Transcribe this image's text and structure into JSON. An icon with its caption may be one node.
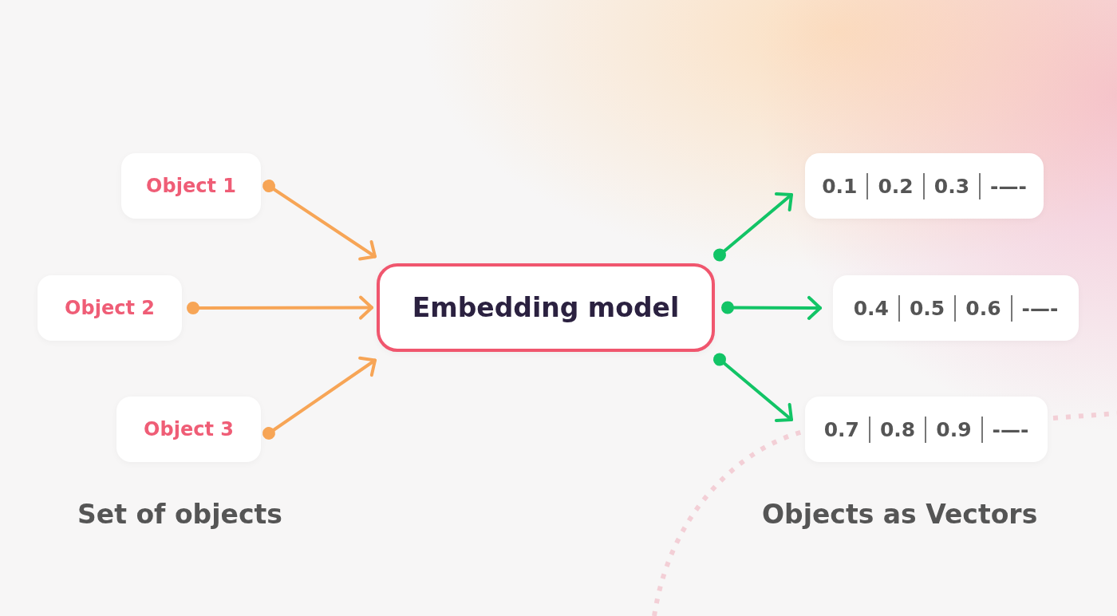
{
  "diagram": {
    "nodes": [
      {
        "text": [
          "Object 1"
        ]
      },
      {
        "text": [
          "Object 2"
        ]
      },
      {
        "text": [
          "Object 3"
        ]
      },
      {
        "text": [
          "Embedding model"
        ]
      },
      {
        "text": [
          "0.1",
          "0.2",
          "0.3",
          "-—-"
        ]
      },
      {
        "text": [
          "0.4",
          "0.5",
          "0.6",
          "-—-"
        ]
      },
      {
        "text": [
          "0.7",
          "0.8",
          "0.9",
          "-—-"
        ]
      }
    ],
    "edges": [
      {
        "from": 0,
        "to": 3,
        "arrow": "to",
        "color": "#f7a556"
      },
      {
        "from": 1,
        "to": 3,
        "arrow": "to",
        "color": "#f7a556"
      },
      {
        "from": 2,
        "to": 3,
        "arrow": "to",
        "color": "#f7a556"
      },
      {
        "from": 3,
        "to": 4,
        "arrow": "to",
        "color": "#12c466"
      },
      {
        "from": 3,
        "to": 5,
        "arrow": "to",
        "color": "#12c466"
      },
      {
        "from": 3,
        "to": 6,
        "arrow": "to",
        "color": "#12c466"
      }
    ],
    "labels": [
      "Set of objects",
      "Objects as Vectors"
    ]
  }
}
